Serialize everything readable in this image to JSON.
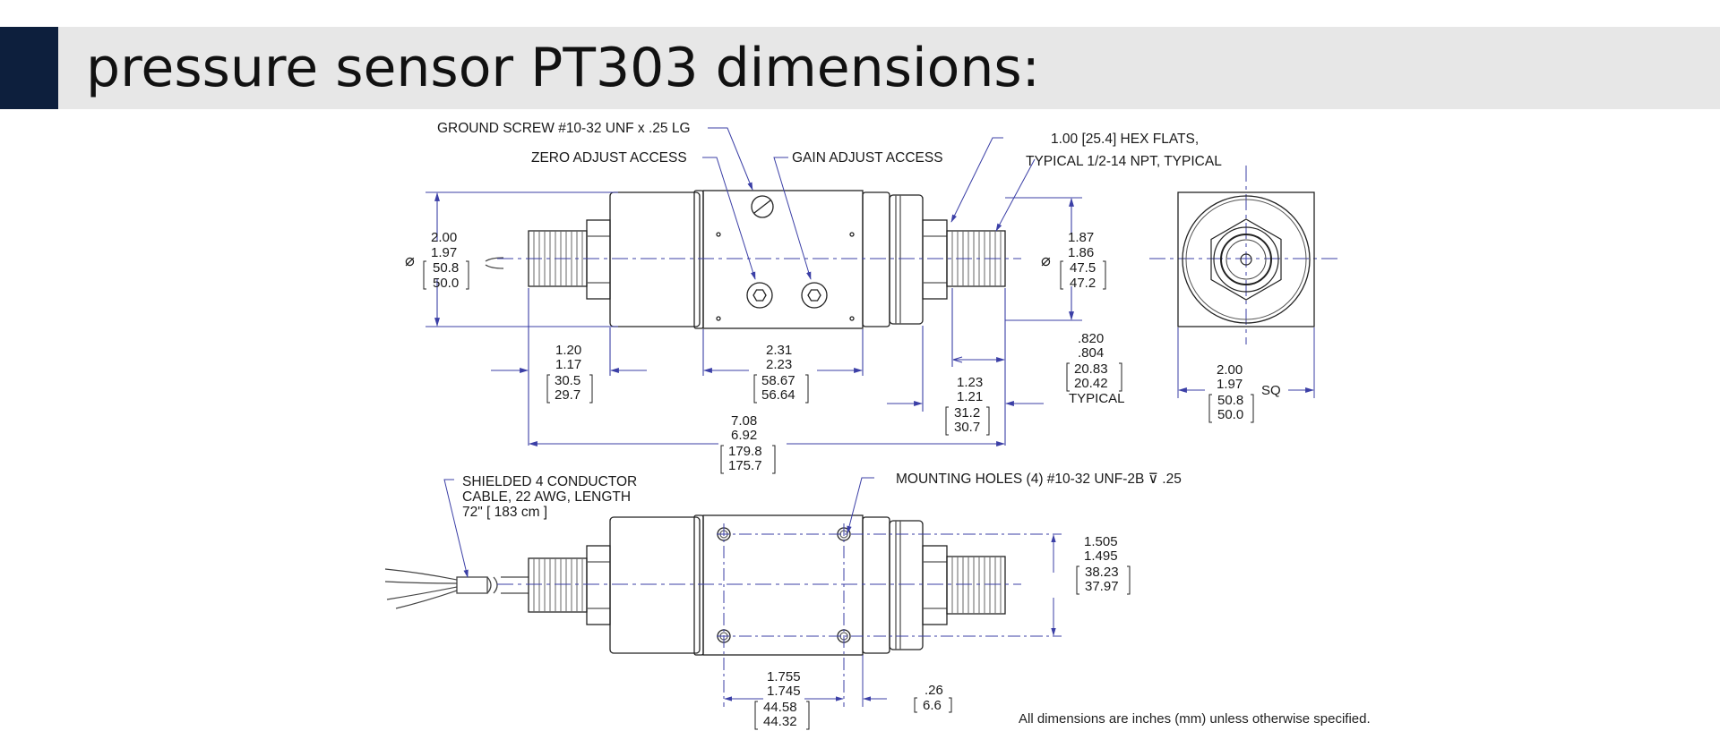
{
  "title": "pressure sensor PT303 dimensions:",
  "colors": {
    "title_bar": "#e7e7e7",
    "accent": "#0d1f3d",
    "dimension_line": "#3b3fa6",
    "body_outline": "#222222"
  },
  "callouts": {
    "ground_screw": "GROUND SCREW #10-32 UNF x .25 LG",
    "zero_adjust": "ZERO ADJUST ACCESS",
    "gain_adjust": "GAIN ADJUST ACCESS",
    "hex_flats": "1.00 [25.4] HEX FLATS,",
    "npt": "TYPICAL 1/2-14 NPT, TYPICAL",
    "cable_1": "SHIELDED 4 CONDUCTOR",
    "cable_2": "CABLE, 22 AWG, LENGTH",
    "cable_3": "72\" [ 183 cm ]",
    "mounting_holes": "MOUNTING HOLES (4) #10-32 UNF-2B ⊽ .25"
  },
  "dims": {
    "body_dia": {
      "symbol": "⌀",
      "max": "2.00",
      "min": "1.97",
      "mm_max": "50.8",
      "mm_min": "50.0"
    },
    "port_dia": {
      "symbol": "⌀",
      "max": "1.87",
      "min": "1.86",
      "mm_max": "47.5",
      "mm_min": "47.2"
    },
    "left_len": {
      "max": "1.20",
      "min": "1.17",
      "mm_max": "30.5",
      "mm_min": "29.7"
    },
    "mid_len": {
      "max": "2.31",
      "min": "2.23",
      "mm_max": "58.67",
      "mm_min": "56.64"
    },
    "thread_len": {
      "max": ".820",
      "min": ".804",
      "mm_max": "20.83",
      "mm_min": "20.42",
      "note": "TYPICAL"
    },
    "right_len": {
      "max": "1.23",
      "min": "1.21",
      "mm_max": "31.2",
      "mm_min": "30.7"
    },
    "overall_len": {
      "max": "7.08",
      "min": "6.92",
      "mm_max": "179.8",
      "mm_min": "175.7"
    },
    "square": {
      "max": "2.00",
      "min": "1.97",
      "mm_max": "50.8",
      "mm_min": "50.0",
      "note": "SQ"
    },
    "hole_y": {
      "max": "1.505",
      "min": "1.495",
      "mm_max": "38.23",
      "mm_min": "37.97"
    },
    "hole_x": {
      "max": "1.755",
      "min": "1.745",
      "mm_max": "44.58",
      "mm_min": "44.32"
    },
    "offset": {
      "max": ".26",
      "mm_max": "6.6"
    }
  },
  "footnote": "All dimensions are inches (mm) unless otherwise specified."
}
